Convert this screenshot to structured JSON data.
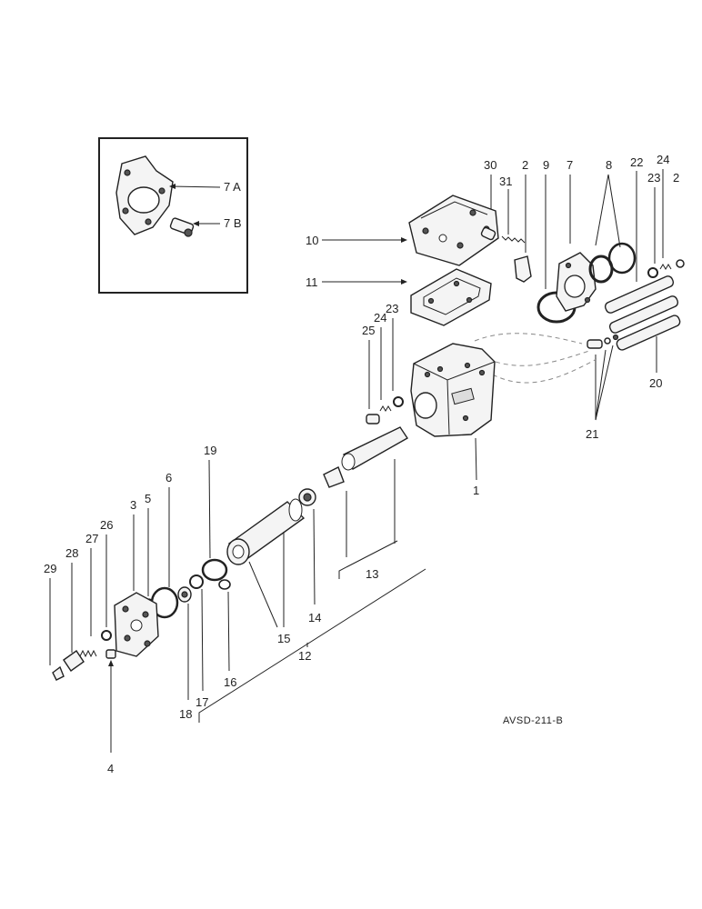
{
  "figure_code": "AVSD-211-B",
  "inset": {
    "labels": [
      "7 A",
      "7 B"
    ]
  },
  "callouts": {
    "c30": "30",
    "c31": "31",
    "c2a": "2",
    "c9": "9",
    "c7": "7",
    "c8": "8",
    "c22": "22",
    "c23a": "23",
    "c24a": "24",
    "c2b": "2",
    "c10": "10",
    "c11": "11",
    "c25": "25",
    "c24b": "24",
    "c23b": "23",
    "c20": "20",
    "c21": "21",
    "c1": "1",
    "c19": "19",
    "c6": "6",
    "c5": "5",
    "c3": "3",
    "c26": "26",
    "c27": "27",
    "c28": "28",
    "c29": "29",
    "c4": "4",
    "c18": "18",
    "c17": "17",
    "c16": "16",
    "c15": "15",
    "c14": "14",
    "c13": "13",
    "c12": "12"
  }
}
